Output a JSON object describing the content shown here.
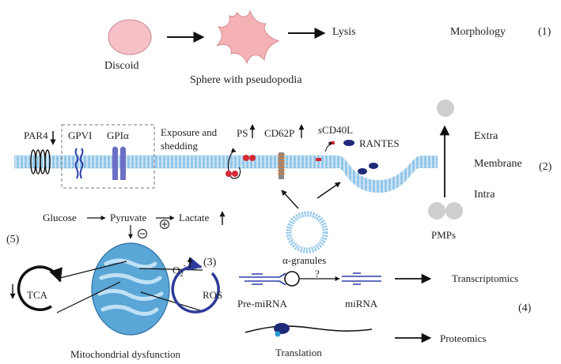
{
  "morphology": {
    "discoid": "Discoid",
    "sphere": "Sphere with pseudopodia",
    "lysis": "Lysis",
    "heading": "Morphology",
    "number": "(1)"
  },
  "membrane": {
    "par4": "PAR4",
    "gpvi": "GPVI",
    "gpia": "GPIα",
    "exposure_line1": "Exposure and",
    "exposure_line2": "shedding",
    "ps": "PS",
    "cd62p": "CD62P",
    "scd40l": "sCD40L",
    "rantes": "RANTES",
    "alpha_granules": "α-granules",
    "pmps": "PMPs",
    "extra": "Extra",
    "membrane_label": "Membrane",
    "intra": "Intra",
    "number": "(2)"
  },
  "metabolism": {
    "glucose": "Glucose",
    "pyruvate": "Pyruvate",
    "lactate": "Lactate",
    "section_number": "(5)",
    "tca": "TCA",
    "ros": "ROS",
    "o2": "O",
    "o2_sub": "2",
    "o2_sup": "-",
    "mito_number": "(3)",
    "mito_caption": "Mitochondrial dysfunction"
  },
  "omics": {
    "pre_mirna": "Pre-miRNA",
    "question": "?",
    "mirna": "miRNA",
    "transcriptomics": "Transcriptomics",
    "number": "(4)",
    "translation": "Translation",
    "proteomics": "Proteomics"
  },
  "colors": {
    "membrane": "#a9d4ef",
    "membrane_dark": "#7fb9e0",
    "receptor_blue": "#2c3fa8",
    "receptor_purple": "#6c6fc4",
    "ps_red": "#d42a34",
    "rantes_navy": "#1f2a78",
    "mito_blue": "#5aa6d6",
    "ros_blue": "#2e3a99",
    "pink": "#f3b6bc",
    "gray": "#cfcfcf"
  }
}
